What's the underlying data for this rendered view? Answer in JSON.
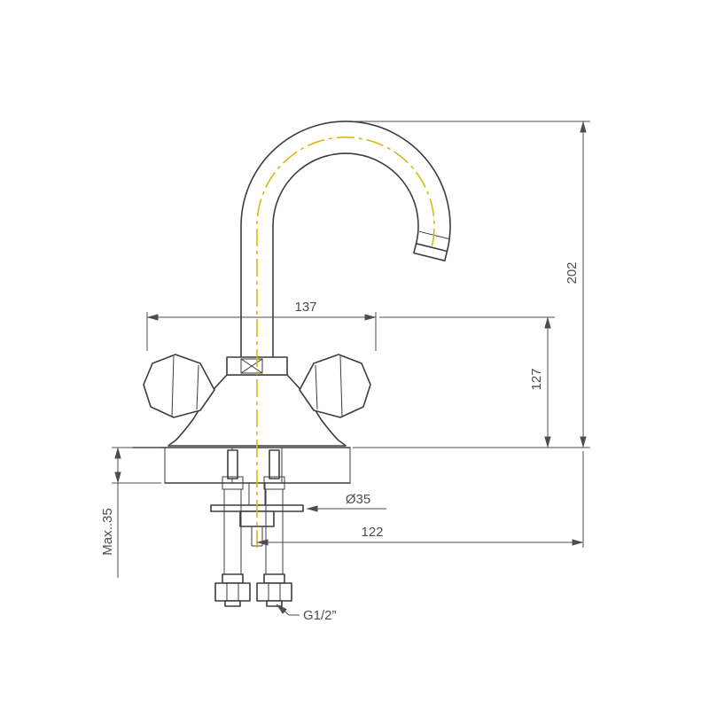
{
  "drawing": {
    "type": "faucet-technical-drawing",
    "dims": {
      "d137": "137",
      "d202": "202",
      "d127": "127",
      "d122": "122",
      "dia": "Ø35",
      "max": "Max..35",
      "thread": "G1/2”"
    },
    "colors": {
      "outline": "#3d3d3d",
      "dimension": "#4d4d4d",
      "centerline": "#d8b400",
      "counter_hatch": "#d4604f",
      "hose_hatch": "#cc3333",
      "background": "#ffffff"
    }
  }
}
